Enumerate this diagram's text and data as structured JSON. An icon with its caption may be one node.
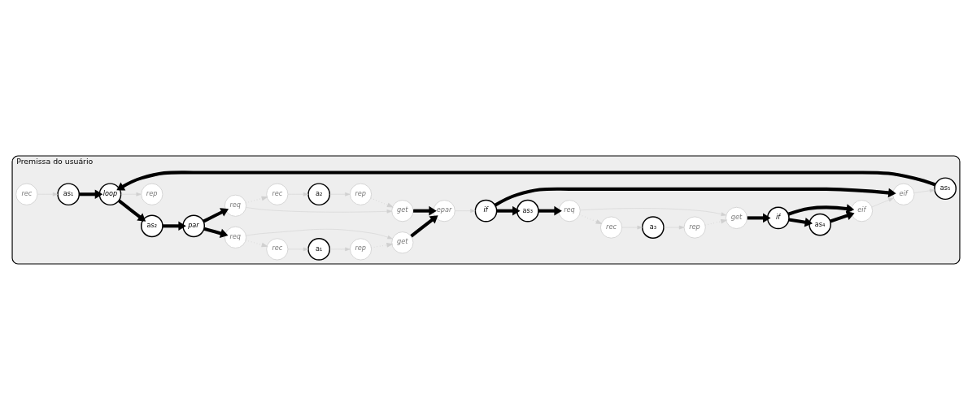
{
  "diagram": {
    "nodes": [
      {
        "text": [
          "Premissa do usuário"
        ]
      },
      {
        "text": [
          "rec"
        ],
        "in": 0
      },
      {
        "text": [
          "as₁"
        ],
        "in": 0
      },
      {
        "text": [
          "rec"
        ],
        "in": 0
      },
      {
        "text": [
          "a₁"
        ],
        "in": 0
      },
      {
        "text": [
          "rep"
        ],
        "in": 0
      },
      {
        "text": [
          "rec"
        ],
        "in": 0
      },
      {
        "text": [
          "a₃"
        ],
        "in": 0
      },
      {
        "text": [
          "rep"
        ],
        "in": 0
      },
      {
        "text": [
          "loop"
        ],
        "in": 0
      },
      {
        "text": [
          "req"
        ],
        "in": 0
      },
      {
        "text": [
          "get"
        ],
        "in": 0
      },
      {
        "text": [
          "as₃"
        ],
        "in": 0
      },
      {
        "text": [
          "req"
        ],
        "in": 0
      },
      {
        "text": [
          "get"
        ],
        "in": 0
      },
      {
        "text": [
          "if"
        ],
        "in": 0
      },
      {
        "text": [
          "as₂"
        ],
        "in": 0
      },
      {
        "text": [
          "par"
        ],
        "in": 0
      },
      {
        "text": [
          "epar"
        ],
        "in": 0
      },
      {
        "text": [
          "if"
        ],
        "in": 0
      },
      {
        "text": [
          "req"
        ],
        "in": 0
      },
      {
        "text": [
          "get"
        ],
        "in": 0
      },
      {
        "text": [
          "as₄"
        ],
        "in": 0
      },
      {
        "text": [
          "rep"
        ],
        "in": 0
      },
      {
        "text": [
          "rec"
        ],
        "in": 0
      },
      {
        "text": [
          "a₂"
        ],
        "in": 0
      },
      {
        "text": [
          "rep"
        ],
        "in": 0
      },
      {
        "text": [
          "as₅"
        ],
        "in": 0
      },
      {
        "text": [
          "eif"
        ],
        "in": 0
      },
      {
        "text": [
          "eif"
        ],
        "in": 0
      }
    ],
    "edges": [
      {
        "from": 1,
        "to": 2,
        "arrow": "to"
      },
      {
        "from": 3,
        "to": 4,
        "arrow": "to"
      },
      {
        "from": 4,
        "to": 5,
        "arrow": "to"
      },
      {
        "from": 6,
        "to": 7,
        "arrow": "to"
      },
      {
        "from": 7,
        "to": 8,
        "arrow": "to"
      },
      {
        "from": 2,
        "to": 9,
        "arrow": "to",
        "style": "thick",
        "color": "#000000"
      },
      {
        "from": 10,
        "to": 3,
        "arrow": "to",
        "style": "dashed"
      },
      {
        "from": 5,
        "to": 11,
        "arrow": "to",
        "style": "dashed"
      },
      {
        "from": 10,
        "to": 11,
        "arrow": "to"
      },
      {
        "from": 13,
        "to": 6,
        "arrow": "to",
        "style": "dashed"
      },
      {
        "from": 8,
        "to": 14,
        "arrow": "to",
        "style": "dashed"
      },
      {
        "from": 12,
        "to": 13,
        "arrow": "to",
        "style": "thick",
        "color": "#000000"
      },
      {
        "from": 13,
        "to": 14,
        "arrow": "to"
      },
      {
        "from": 14,
        "to": 15,
        "arrow": "to",
        "style": "thick",
        "color": "#000000"
      },
      {
        "from": 9,
        "to": 16,
        "arrow": "to",
        "style": "thick",
        "color": "#000000"
      },
      {
        "from": 16,
        "to": 17,
        "arrow": "to",
        "style": "thick",
        "color": "#000000"
      },
      {
        "from": 17,
        "to": 10,
        "arrow": "to",
        "style": "thick",
        "color": "#000000"
      },
      {
        "from": 17,
        "to": 20,
        "arrow": "to",
        "style": "thick",
        "color": "#000000"
      },
      {
        "from": 11,
        "to": 18,
        "arrow": "to",
        "style": "thick",
        "color": "#000000"
      },
      {
        "from": 21,
        "to": 18,
        "arrow": "to",
        "style": "thick",
        "color": "#000000"
      },
      {
        "from": 18,
        "to": 19,
        "arrow": "to"
      },
      {
        "from": 19,
        "to": 12,
        "arrow": "to",
        "style": "thick",
        "color": "#000000"
      },
      {
        "from": 19,
        "to": 28,
        "arrow": "to",
        "style": "thick",
        "color": "#000000"
      },
      {
        "from": 15,
        "to": 22,
        "arrow": "to",
        "style": "thick",
        "color": "#000000"
      },
      {
        "from": 15,
        "to": 29,
        "arrow": "to",
        "style": "thick",
        "color": "#000000"
      },
      {
        "from": 20,
        "to": 21,
        "arrow": "to"
      },
      {
        "from": 20,
        "to": 24,
        "arrow": "to",
        "style": "dashed"
      },
      {
        "from": 26,
        "to": 21,
        "arrow": "to",
        "style": "dashed"
      },
      {
        "from": 22,
        "to": 29,
        "arrow": "to",
        "style": "thick",
        "color": "#000000"
      },
      {
        "from": 9,
        "to": 23,
        "arrow": "to"
      },
      {
        "from": 24,
        "to": 25,
        "arrow": "to"
      },
      {
        "from": 25,
        "to": 26,
        "arrow": "to"
      },
      {
        "from": 29,
        "to": 28,
        "arrow": "to"
      },
      {
        "from": 28,
        "to": 27,
        "arrow": "to"
      },
      {
        "from": 27,
        "to": 9,
        "arrow": "to",
        "style": "thick",
        "color": "#000000"
      }
    ]
  }
}
